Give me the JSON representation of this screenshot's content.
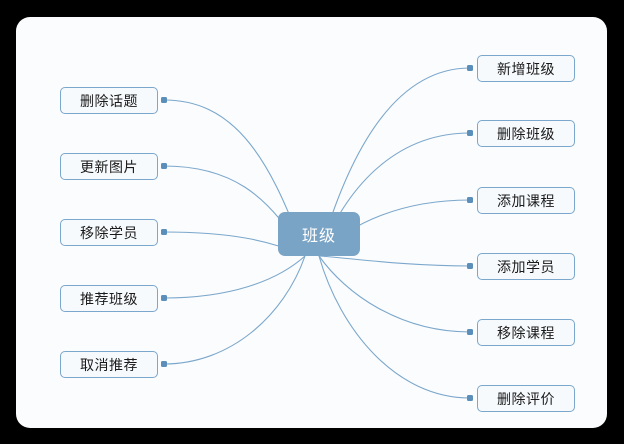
{
  "diagram": {
    "type": "mindmap",
    "title_node": {
      "label": "班级"
    },
    "canvas": {
      "background_color": "#fbfcfd",
      "outside_color": "#000000"
    },
    "style": {
      "center_fill": "#7aa4c6",
      "center_text_color": "#ffffff",
      "leaf_fill": "#f6fafd",
      "leaf_border": "#7ba7cc",
      "leaf_text_color": "#1a1a1a",
      "edge_color": "#7ba7cc",
      "connector_dot_color": "#5b8fb9"
    },
    "left_branch": {
      "side": "left",
      "nodes": [
        {
          "label": "删除话题"
        },
        {
          "label": "更新图片"
        },
        {
          "label": "移除学员"
        },
        {
          "label": "推荐班级"
        },
        {
          "label": "取消推荐"
        }
      ]
    },
    "right_branch": {
      "side": "right",
      "nodes": [
        {
          "label": "新增班级"
        },
        {
          "label": "删除班级"
        },
        {
          "label": "添加课程"
        },
        {
          "label": "添加学员"
        },
        {
          "label": "移除课程"
        },
        {
          "label": "删除评价"
        }
      ]
    }
  }
}
